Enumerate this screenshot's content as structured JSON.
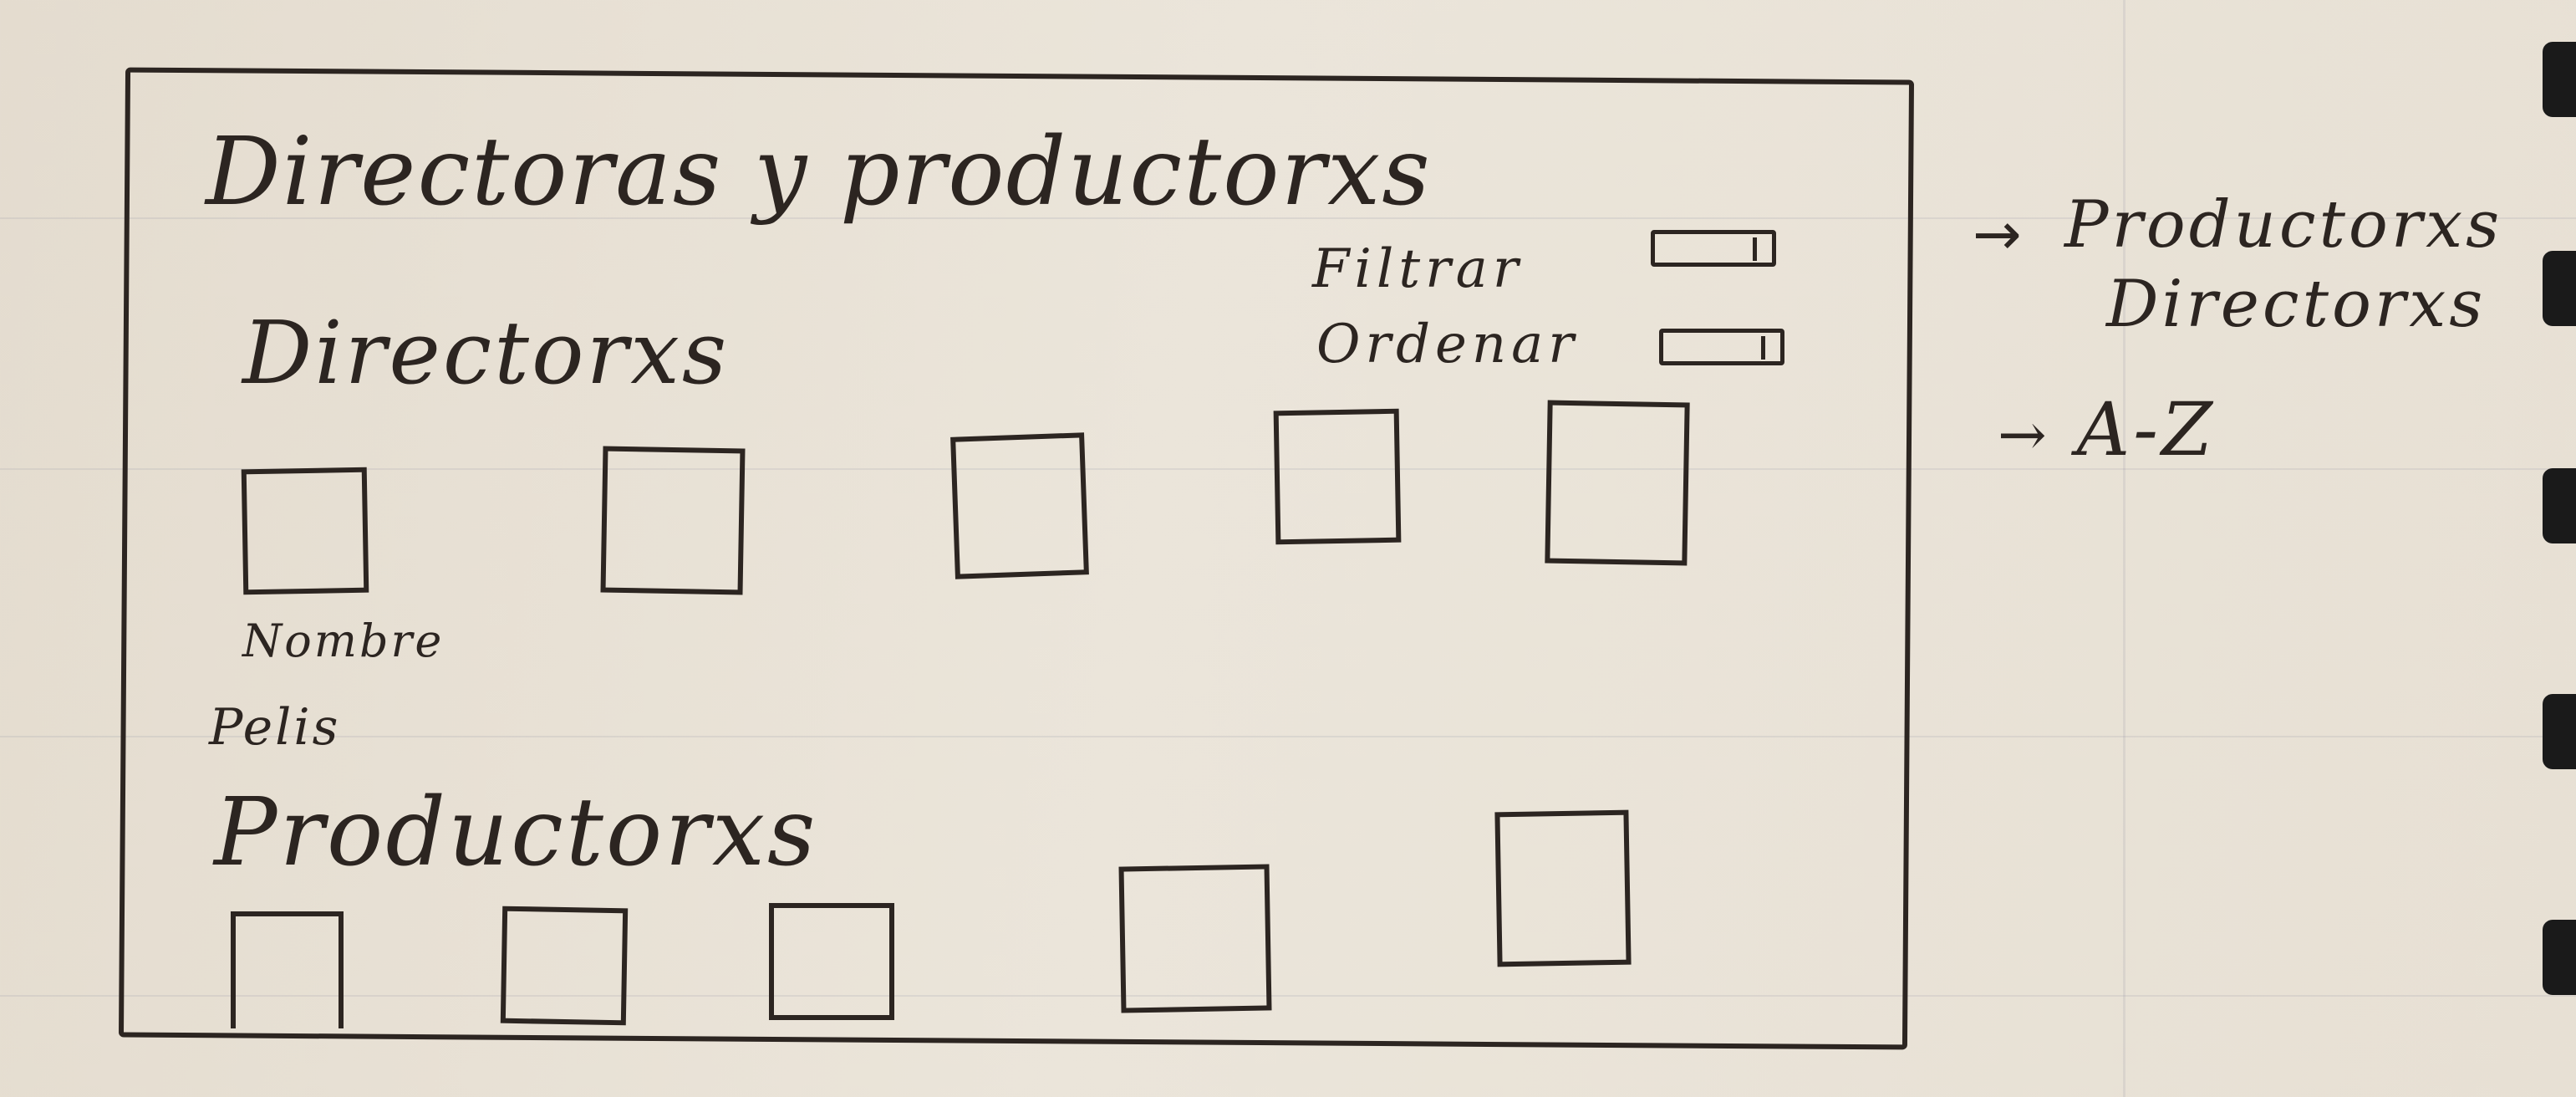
{
  "title": "Directoras y productorxs",
  "sections": {
    "directors": "Directorxs",
    "producers": "Productorxs"
  },
  "controls": {
    "filter_label": "Filtrar",
    "sort_label": "Ordenar"
  },
  "card_caption": {
    "name": "Nombre",
    "films": "Pelis"
  },
  "side_notes": {
    "filter_options": [
      "Productorxs",
      "Directorxs"
    ],
    "sort_options": [
      "A-Z"
    ],
    "arrow": "→"
  },
  "colors": {
    "ink": "#2c2521",
    "paper": "#e8e1d5"
  }
}
